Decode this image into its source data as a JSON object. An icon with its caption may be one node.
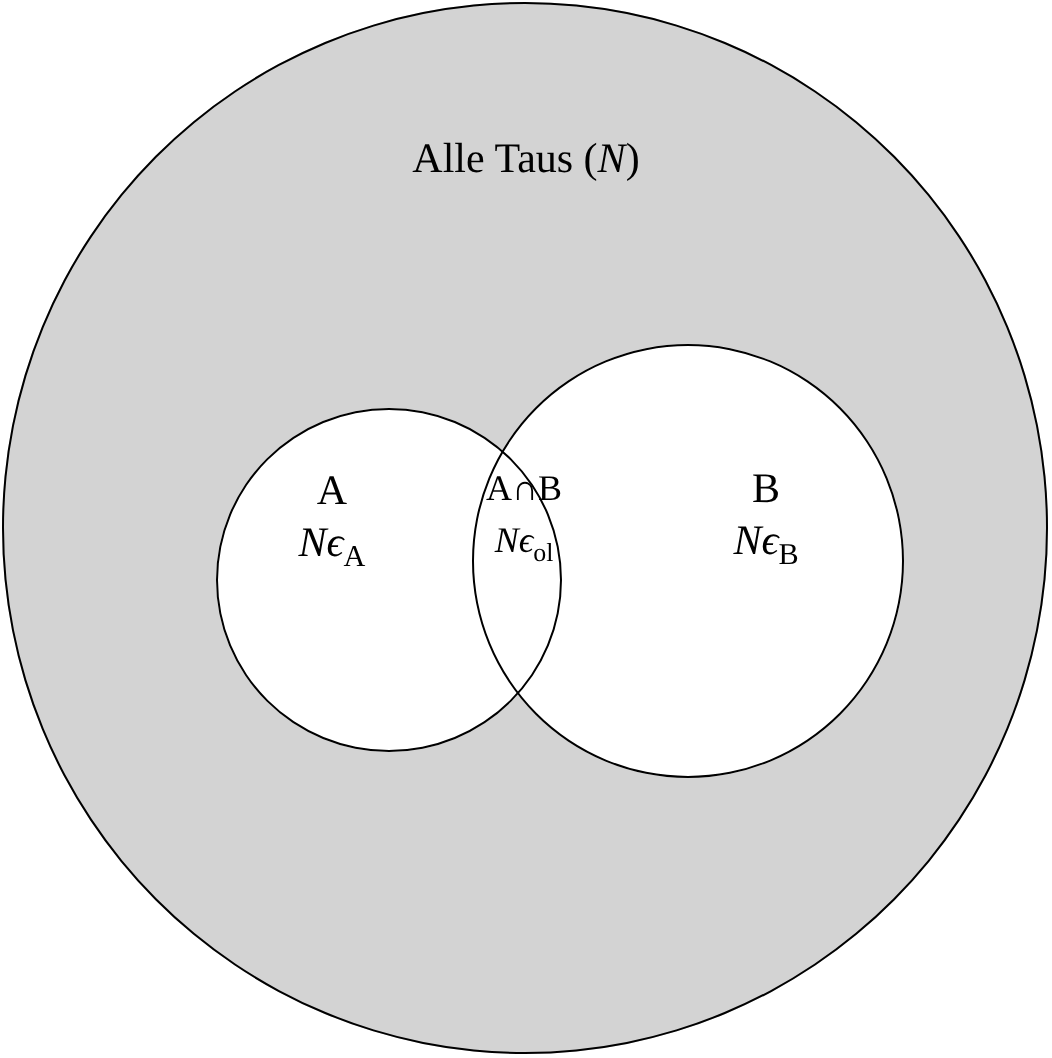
{
  "diagram": {
    "nodes": [
      {
        "text": [
          "Alle Taus (*N*)"
        ]
      },
      {
        "text": [
          "A",
          "*Nϵ*$_{A}$"
        ],
        "in": 0
      },
      {
        "text": [
          "B",
          "*Nϵ*$_{B}$"
        ],
        "in": 0
      }
    ],
    "labels": [
      "A∩B",
      "*Nϵ*$_{ol}$"
    ]
  }
}
